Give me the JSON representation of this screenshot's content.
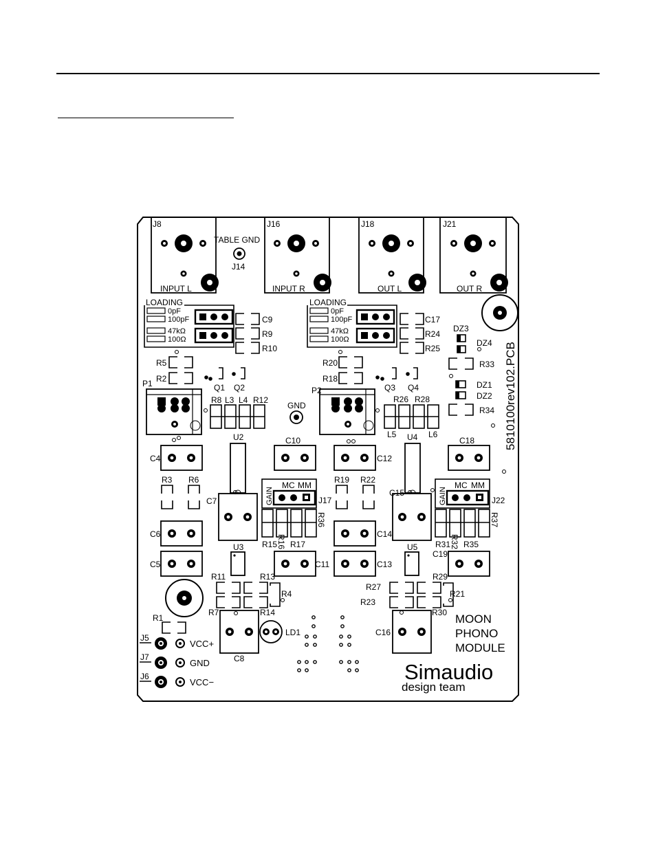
{
  "board": {
    "jacks": [
      {
        "ref": "J8",
        "label": "INPUT L"
      },
      {
        "ref": "J16",
        "label": "INPUT R"
      },
      {
        "ref": "J18",
        "label": "OUT L"
      },
      {
        "ref": "J21",
        "label": "OUT R"
      }
    ],
    "table_gnd": {
      "label": "TABLE GND",
      "ref": "J14"
    },
    "gnd_label": "GND",
    "loading": {
      "title": "LOADING",
      "options": [
        "0pF",
        "100pF",
        "47kΩ",
        "100Ω"
      ]
    },
    "gain": {
      "title": "GAIN",
      "mc": "MC",
      "mm": "MM"
    },
    "pcb_id": "5810100rev102.PCB",
    "module_name": [
      "MOON",
      "PHONO",
      "MODULE"
    ],
    "brand": "Simaudio",
    "brand_sub": "design team",
    "power": [
      {
        "ref": "J5",
        "label": "VCC+"
      },
      {
        "ref": "J7",
        "label": "GND"
      },
      {
        "ref": "J6",
        "label": "VCC−"
      }
    ],
    "refs": {
      "C9": "C9",
      "R9": "R9",
      "R10": "R10",
      "C17": "C17",
      "R24": "R24",
      "R25": "R25",
      "DZ3": "DZ3",
      "DZ4": "DZ4",
      "R33": "R33",
      "DZ1": "DZ1",
      "DZ2": "DZ2",
      "R34": "R34",
      "R5": "R5",
      "R2": "R2",
      "P1": "P1",
      "Q1": "Q1",
      "Q2": "Q2",
      "R8": "R8",
      "L3": "L3",
      "L4": "L4",
      "R12": "R12",
      "R20": "R20",
      "R18": "R18",
      "P2": "P2",
      "Q3": "Q3",
      "Q4": "Q4",
      "R26": "R26",
      "R28": "R28",
      "L5": "L5",
      "L6": "L6",
      "U2": "U2",
      "U4": "U4",
      "C10": "C10",
      "C12": "C12",
      "C18": "C18",
      "C4": "C4",
      "R3": "R3",
      "R6": "R6",
      "R19": "R19",
      "R22": "R22",
      "C7": "C7",
      "J17": "J17",
      "C15": "C15",
      "J22": "J22",
      "R36": "R36",
      "R37": "R37",
      "R15": "R15",
      "R16": "R16",
      "R17": "R17",
      "R31": "R31",
      "R32": "R32",
      "R35": "R35",
      "C6": "C6",
      "C14": "C14",
      "C19": "C19",
      "U3": "U3",
      "U5": "U5",
      "C5": "C5",
      "C11": "C11",
      "C13": "C13",
      "R11": "R11",
      "R13": "R13",
      "R4": "R4",
      "R7": "R7",
      "R14": "R14",
      "R27": "R27",
      "R29": "R29",
      "R21": "R21",
      "R23": "R23",
      "R30": "R30",
      "R1": "R1",
      "C8": "C8",
      "LD1": "LD1",
      "C16": "C16"
    }
  }
}
